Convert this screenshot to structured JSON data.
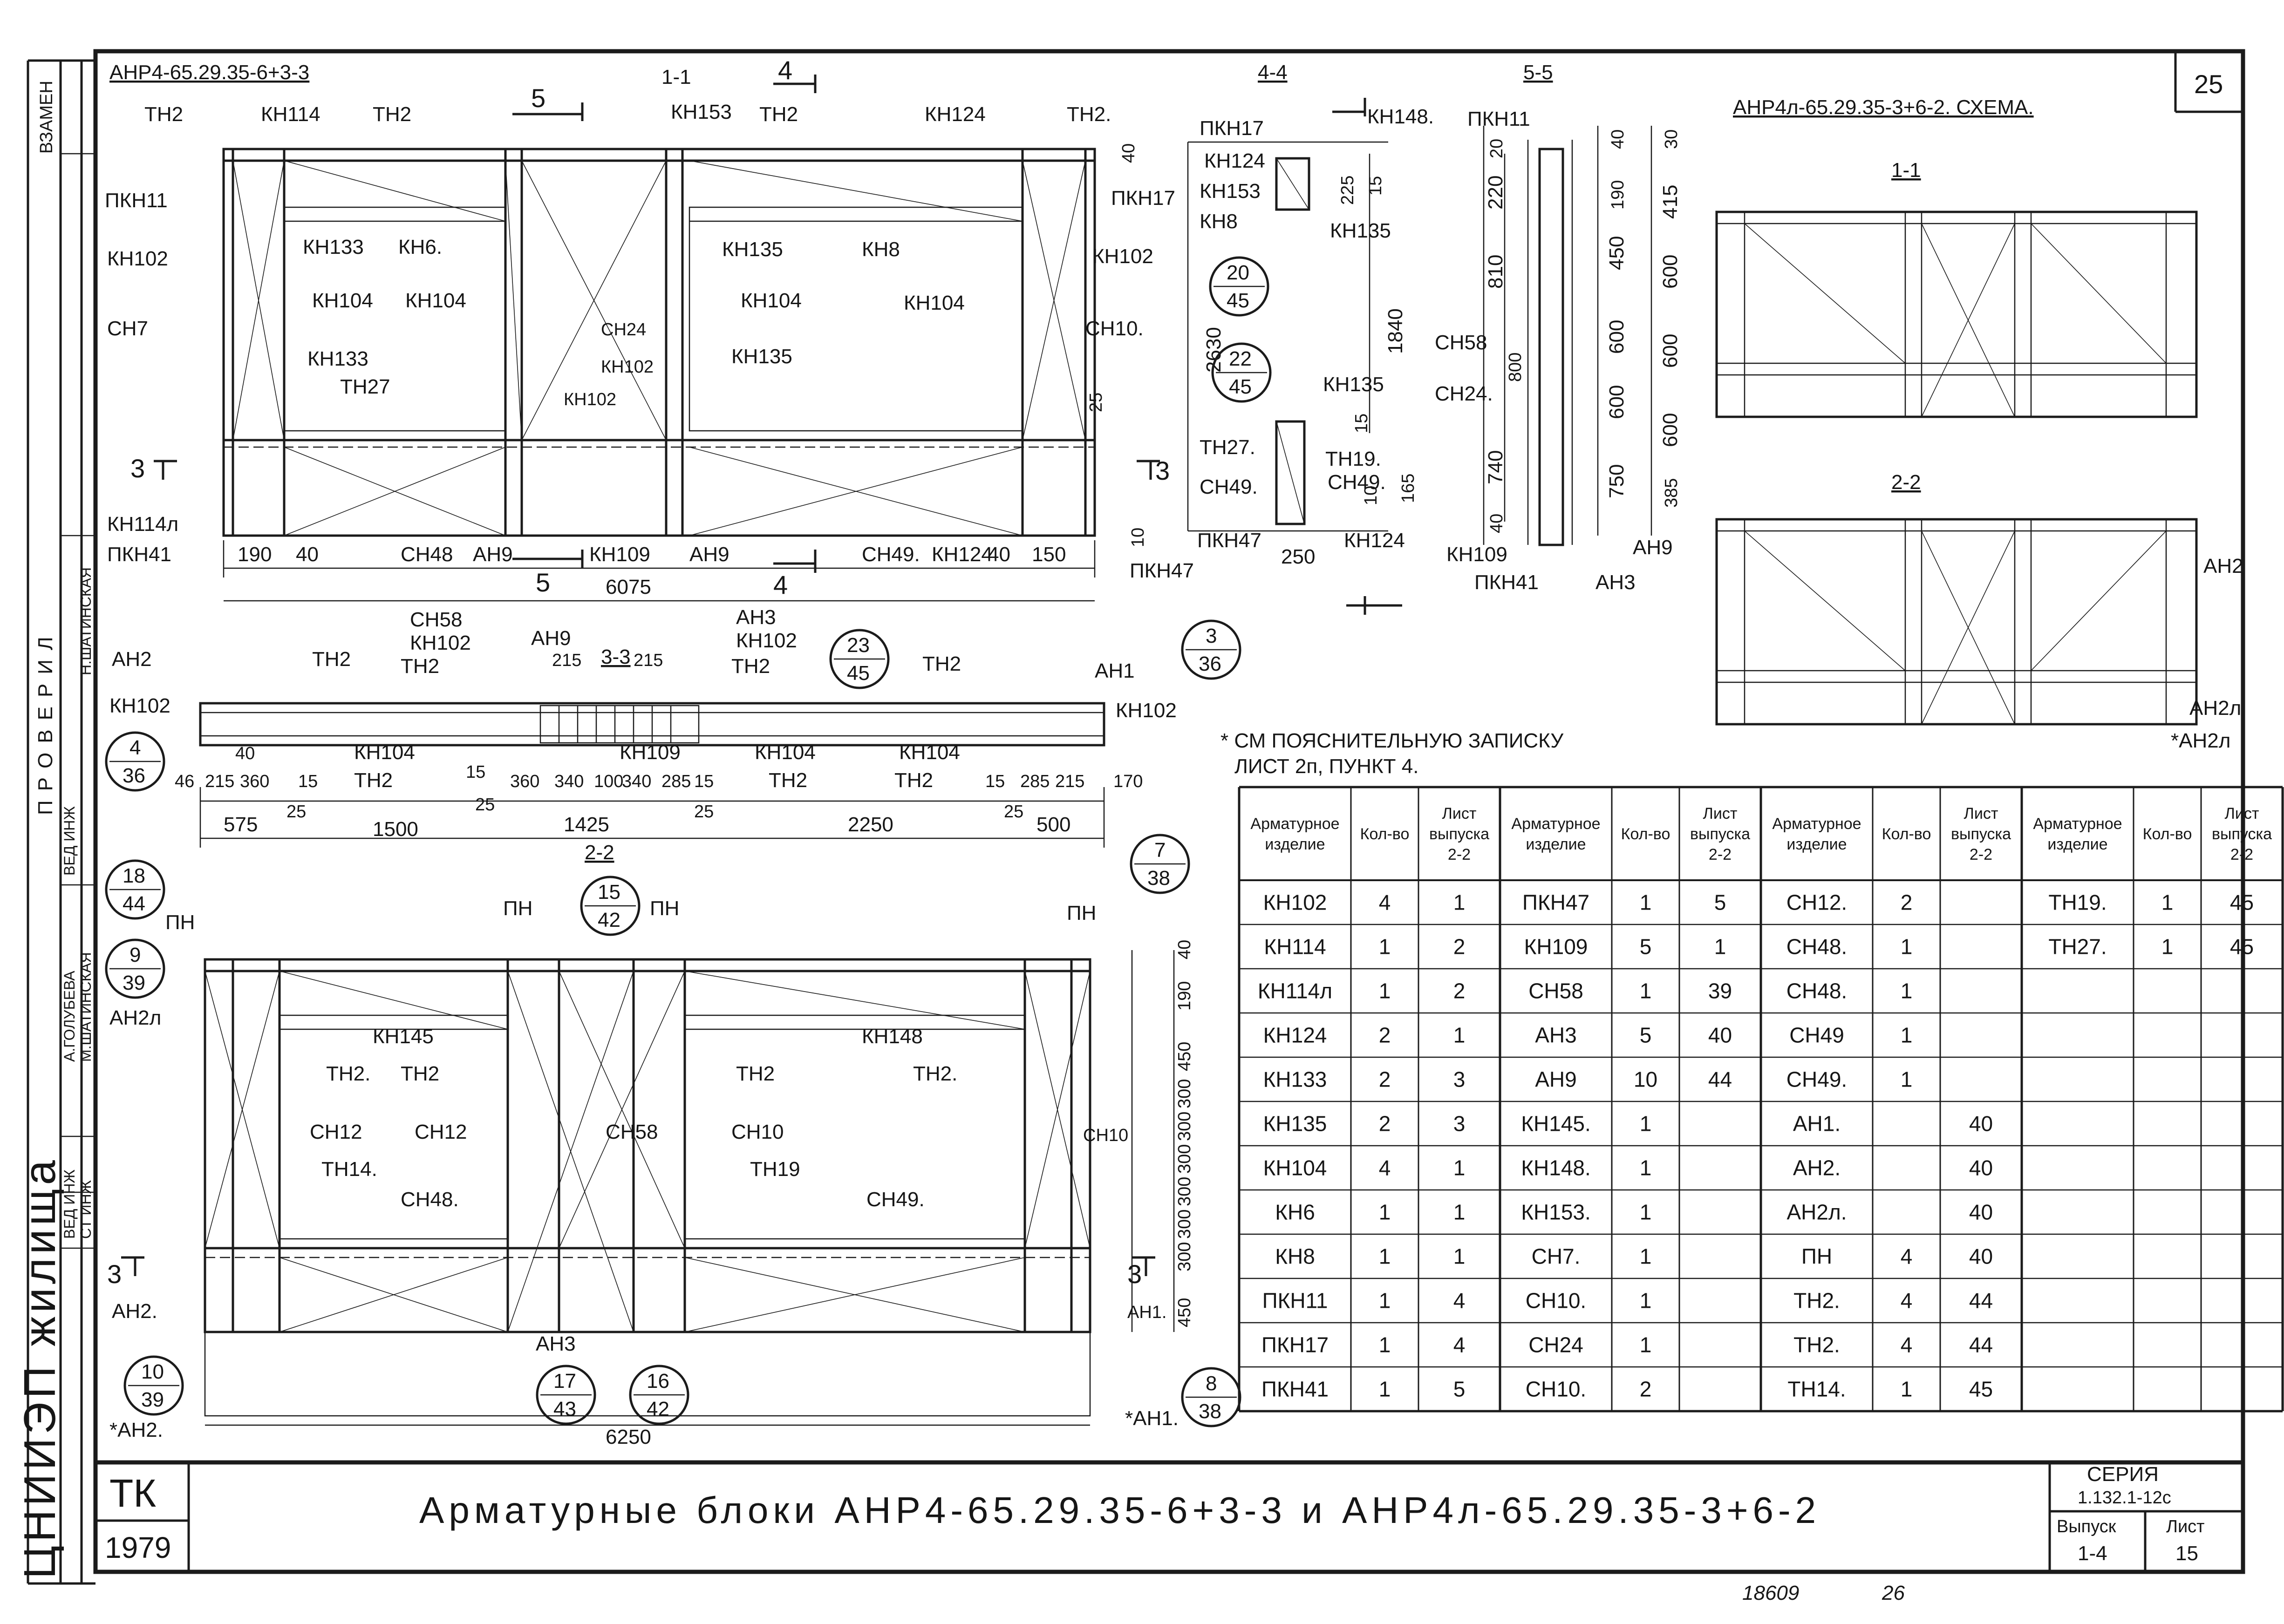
{
  "sheet": {
    "corner_number": "25",
    "title": "Арматурные блоки АНР4-65.29.35-6+3-3 и АНР4л-65.29.35-3+6-2",
    "org": "ЦНИИЭП жилища",
    "tk": "ТК",
    "year": "1979",
    "series_label": "СЕРИЯ",
    "series_value": "1.132.1-12с",
    "issue_label": "Выпуск",
    "issue_value": "1-4",
    "sheet_label": "Лист",
    "sheet_value": "15",
    "footer_numbers": [
      "18609",
      "26"
    ],
    "left_strip": {
      "zamen": "ВЗАМЕН",
      "proveril": "ПРОВЕРИЛ",
      "ved_inzh": "ВЕД ИНЖ",
      "st_inzh": "СТ ИНЖ",
      "names": [
        "М.ШАТИНСКАЯ",
        "А.ГОЛУБЕВА",
        "Н.ШАТИНСКАЯ"
      ]
    }
  },
  "views": {
    "main_title": "АНР4-65.29.35-6+3-3",
    "section_1_1": "1-1",
    "section_4_4": "4-4",
    "section_5_5": "5-5",
    "section_3_3": "3-3",
    "section_2_2": "2-2",
    "schema_title": "АНР4л-65.29.35-3+6-2. СХЕМА.",
    "schema_1_1": "1-1",
    "schema_2_2": "2-2"
  },
  "labels_main": [
    "ТН2",
    "КН114",
    "ТН2",
    "КН153",
    "ТН2",
    "КН124",
    "ТН2.",
    "ПКН11",
    "ПКН17",
    "КН102",
    "КН133",
    "КН6.",
    "КН135",
    "КН8",
    "КН102",
    "СН7",
    "КН104",
    "КН104",
    "КН104",
    "КН104",
    "СН10.",
    "КН133",
    "ТН27",
    "СН24",
    "КН102",
    "КН135",
    "КН102",
    "КН114л",
    "ПКН41",
    "СН48",
    "АН9",
    "КН109",
    "АН9",
    "СН49.",
    "КН124"
  ],
  "dims_main": [
    "190",
    "40",
    "6075",
    "40",
    "150",
    "5",
    "4",
    "5",
    "4",
    "3",
    "3",
    "1",
    "1"
  ],
  "labels_section_4_4": [
    "ПКН17",
    "КН148.",
    "КН124",
    "КН153",
    "КН8",
    "КН135",
    "КН135",
    "ТН27.",
    "ТН19.",
    "СН49.",
    "СН49.",
    "ПКН47",
    "КН124",
    "ПКН47"
  ],
  "dims_section_4_4": [
    "2630",
    "1840",
    "225",
    "15",
    "40",
    "25",
    "15",
    "165",
    "10",
    "250",
    "10"
  ],
  "bubbles": [
    {
      "top": "20",
      "bottom": "45"
    },
    {
      "top": "22",
      "bottom": "45"
    },
    {
      "top": "23",
      "bottom": "45"
    },
    {
      "top": "3",
      "bottom": "36"
    },
    {
      "top": "4",
      "bottom": "36"
    },
    {
      "top": "18",
      "bottom": "44"
    },
    {
      "top": "9",
      "bottom": "39"
    },
    {
      "top": "15",
      "bottom": "42"
    },
    {
      "top": "7",
      "bottom": "38"
    },
    {
      "top": "10",
      "bottom": "39"
    },
    {
      "top": "17",
      "bottom": "43"
    },
    {
      "top": "16",
      "bottom": "42"
    },
    {
      "top": "8",
      "bottom": "38"
    }
  ],
  "labels_section_5_5": [
    "ПКН11",
    "СН58",
    "СН24.",
    "КН109",
    "ПКН41",
    "АН9",
    "АН3"
  ],
  "dims_section_5_5_left": [
    "20",
    "220",
    "810",
    "800",
    "740",
    "40"
  ],
  "dims_section_5_5_right": [
    "40",
    "190",
    "450",
    "600",
    "600",
    "750",
    "30",
    "415",
    "600",
    "600",
    "600",
    "385"
  ],
  "labels_section_3_3": [
    "СН58",
    "КН102",
    "АН9",
    "АН3",
    "КН102",
    "АН2",
    "ТН2",
    "ТН2",
    "ТН2",
    "ТН2",
    "АН1",
    "КН102",
    "КН102",
    "КН104",
    "ТН2",
    "КН109",
    "КН104",
    "ТН2",
    "КН104",
    "ТН2"
  ],
  "dims_section_3_3": [
    "215",
    "215",
    "40",
    "46",
    "215",
    "360",
    "15",
    "25",
    "15",
    "25",
    "360",
    "340",
    "100",
    "340",
    "285",
    "15",
    "25",
    "15",
    "285",
    "215",
    "170",
    "575",
    "1500",
    "1425",
    "2250",
    "25",
    "500"
  ],
  "labels_lower": [
    "ПН",
    "ПН",
    "ПН",
    "ПН",
    "АН2л",
    "КН145",
    "КН148",
    "ТН2.",
    "ТН2",
    "ТН2",
    "ТН2.",
    "СН12",
    "СН12",
    "СН58",
    "СН10",
    "СН10",
    "ТН14.",
    "ТН19",
    "СН48.",
    "СН49.",
    "АН2.",
    "АН3",
    "АН1.",
    "*АН2.",
    "*АН1."
  ],
  "dims_lower": [
    "40",
    "190",
    "450",
    "300",
    "300",
    "300",
    "300",
    "300",
    "300",
    "450",
    "6250",
    "3",
    "3"
  ],
  "labels_schema": [
    "АН2",
    "АН2л",
    "*АН2л"
  ],
  "note": {
    "line1": "* СМ ПОЯСНИТЕЛЬНУЮ ЗАПИСКУ",
    "line2": "ЛИСТ 2п, ПУНКТ 4."
  },
  "table": {
    "headers": {
      "item": "Арматурное изделие",
      "qty": "Кол-во",
      "sheet": "Лист выпуска 2-2"
    },
    "groups": [
      [
        [
          "КН102",
          "4",
          "1"
        ],
        [
          "КН114",
          "1",
          "2"
        ],
        [
          "КН114л",
          "1",
          "2"
        ],
        [
          "КН124",
          "2",
          "1"
        ],
        [
          "КН133",
          "2",
          "3"
        ],
        [
          "КН135",
          "2",
          "3"
        ],
        [
          "КН104",
          "4",
          "1"
        ],
        [
          "КН6",
          "1",
          "1"
        ],
        [
          "КН8",
          "1",
          "1"
        ],
        [
          "ПКН11",
          "1",
          "4"
        ],
        [
          "ПКН17",
          "1",
          "4"
        ],
        [
          "ПКН41",
          "1",
          "5"
        ]
      ],
      [
        [
          "ПКН47",
          "1",
          "5"
        ],
        [
          "КН109",
          "5",
          "1"
        ],
        [
          "СН58",
          "1",
          "39"
        ],
        [
          "АН3",
          "5",
          "40"
        ],
        [
          "АН9",
          "10",
          "44"
        ],
        [
          "КН145.",
          "1",
          ""
        ],
        [
          "КН148.",
          "1",
          ""
        ],
        [
          "КН153.",
          "1",
          ""
        ],
        [
          "СН7.",
          "1",
          ""
        ],
        [
          "СН10.",
          "1",
          ""
        ],
        [
          "СН24",
          "1",
          ""
        ],
        [
          "СН10.",
          "2",
          ""
        ]
      ],
      [
        [
          "СН12.",
          "2",
          ""
        ],
        [
          "СН48.",
          "1",
          ""
        ],
        [
          "СН48.",
          "1",
          ""
        ],
        [
          "СН49",
          "1",
          ""
        ],
        [
          "СН49.",
          "1",
          ""
        ],
        [
          "АН1.",
          "",
          "40"
        ],
        [
          "АН2.",
          "",
          "40"
        ],
        [
          "АН2л.",
          "",
          "40"
        ],
        [
          "ПН",
          "4",
          "40"
        ],
        [
          "ТН2.",
          "4",
          "44"
        ],
        [
          "ТН2.",
          "4",
          "44"
        ],
        [
          "ТН14.",
          "1",
          "45"
        ]
      ],
      [
        [
          "ТН19.",
          "1",
          "45"
        ],
        [
          "ТН27.",
          "1",
          "45"
        ],
        [
          "",
          "",
          ""
        ],
        [
          "",
          "",
          ""
        ],
        [
          "",
          "",
          ""
        ],
        [
          "",
          "",
          ""
        ],
        [
          "",
          "",
          ""
        ],
        [
          "",
          "",
          ""
        ],
        [
          "",
          "",
          ""
        ],
        [
          "",
          "",
          ""
        ],
        [
          "",
          "",
          ""
        ],
        [
          "",
          "",
          ""
        ]
      ]
    ]
  }
}
